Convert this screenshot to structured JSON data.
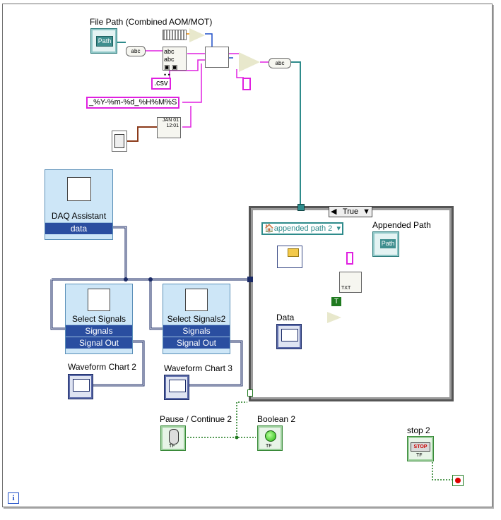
{
  "controls": {
    "file_path_label": "File Path  (Combined AOM/MOT)",
    "path_icon_text": "Path",
    "pause_label": "Pause / Continue 2",
    "stop_label": "stop 2",
    "stop_icon_text": "STOP",
    "tf_text": "TF"
  },
  "indicators": {
    "waveform_chart_2_label": "Waveform Chart 2",
    "waveform_chart_3_label": "Waveform Chart 3",
    "boolean_2_label": "Boolean 2",
    "data_label": "Data",
    "appended_path_label": "Appended Path",
    "appended_path_icon_text": "Path"
  },
  "constants": {
    "csv_ext": ".csv",
    "time_format": "_%Y-%m-%d_%H%M%S",
    "appended_path_2": "appended path 2",
    "true_const": "T"
  },
  "express_vis": {
    "daq_assistant": {
      "title": "DAQ Assistant",
      "terminal": "data"
    },
    "select_signals": {
      "title": "Select Signals",
      "in": "Signals",
      "out": "Signal Out"
    },
    "select_signals2": {
      "title": "Select Signals2",
      "in": "Signals",
      "out": "Signal Out"
    }
  },
  "case_structure": {
    "selector": "True"
  },
  "primitives": {
    "date_icon_text": "JAN 01 12:01",
    "txt_icon_text": "TXT",
    "abc_text": "abc",
    "info_icon_text": "i"
  },
  "colors": {
    "path_wire": "#2e8b8b",
    "string_wire": "#e020e0",
    "dynamic_wire": "#1a2a66",
    "boolean_wire": "#1f7a1f",
    "timestamp_wire": "#8b3a1a"
  }
}
